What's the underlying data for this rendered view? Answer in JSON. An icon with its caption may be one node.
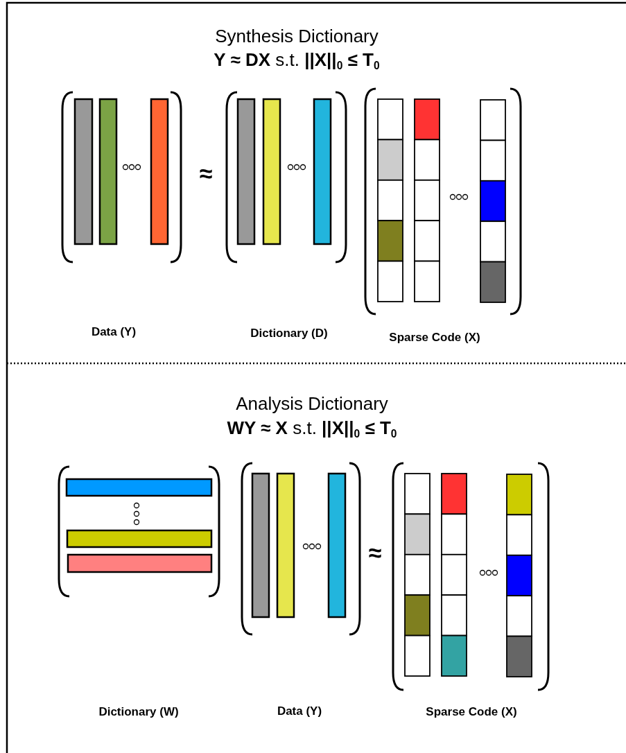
{
  "diagram": {
    "labels": [
      "Synthesis Dictionary",
      "**Y ≈ DX** s.t. **||X||$_{0}$ ≤ T$_{0}$**",
      "≈",
      "Data (Y)",
      "Dictionary (D)",
      "Sparse Code (X)",
      "Analysis Dictionary",
      "**WY ≈ X** s.t. **||X||$_{0}$ ≤ T$_{0}$**",
      "≈",
      "Dictionary (W)",
      "Data (Y)",
      "Sparse Code (X)"
    ]
  }
}
